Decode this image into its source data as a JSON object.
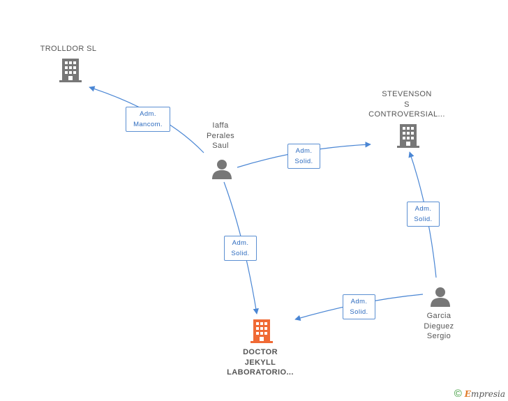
{
  "colors": {
    "edge": "#4a86d4",
    "person_icon": "#777777",
    "company_icon": "#777777",
    "main_company_icon": "#f06a35"
  },
  "nodes": {
    "trolldor": {
      "label": [
        "TROLLDOR SL"
      ],
      "icon": "building-icon"
    },
    "stevenson": {
      "label": [
        "STEVENSON",
        "S",
        "CONTROVERSIAL..."
      ],
      "icon": "building-icon"
    },
    "iaffa": {
      "label": [
        "Iaffa",
        "Perales",
        "Saul"
      ],
      "icon": "person-icon"
    },
    "garcia": {
      "label": [
        "Garcia",
        "Dieguez",
        "Sergio"
      ],
      "icon": "person-icon"
    },
    "doctor": {
      "label": [
        "DOCTOR",
        "JEKYLL",
        "LABORATORIO..."
      ],
      "icon": "building-icon"
    }
  },
  "edges": [
    {
      "from": "iaffa",
      "to": "trolldor",
      "label": [
        "Adm.",
        "Mancom."
      ]
    },
    {
      "from": "iaffa",
      "to": "stevenson",
      "label": [
        "Adm.",
        "Solid."
      ]
    },
    {
      "from": "iaffa",
      "to": "doctor",
      "label": [
        "Adm.",
        "Solid."
      ]
    },
    {
      "from": "garcia",
      "to": "stevenson",
      "label": [
        "Adm.",
        "Solid."
      ]
    },
    {
      "from": "garcia",
      "to": "doctor",
      "label": [
        "Adm.",
        "Solid."
      ]
    }
  ],
  "footer": {
    "copyright": "©",
    "brand_e": "E",
    "brand_rest": "mpresia"
  }
}
